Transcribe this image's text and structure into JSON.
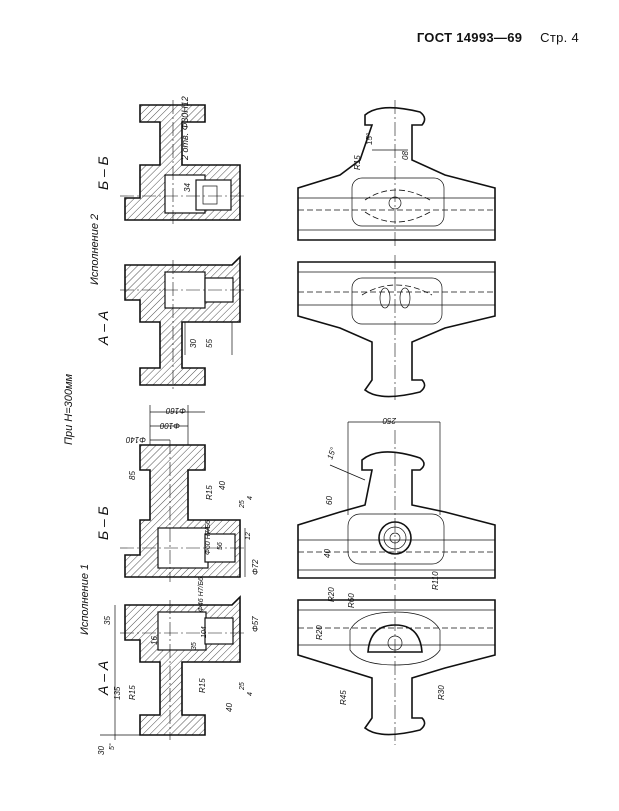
{
  "header": {
    "standard": "ГОСТ 14993—69",
    "page": "Стр. 4"
  },
  "captions": {
    "heading_h": "При Н=300мм",
    "variant_1": "Исполнение 1",
    "variant_2": "Исполнение 2",
    "section_aa_1": "А – А",
    "section_bb_1": "Б – Б",
    "section_aa_2": "А – А",
    "section_bb_2": "Б – Б"
  },
  "notes": {
    "holes": "2 отв. Φ30Н12"
  },
  "dims_aa_1": {
    "d30": "30",
    "ang5": "5°",
    "d135": "135",
    "r15a": "R15",
    "d35a": "35",
    "d16": "16",
    "d35b": "35",
    "d104": "104",
    "d45": "Φ46 Н7/Б6",
    "d57": "Φ57",
    "r15b": "R15",
    "d40": "40",
    "d25": "25",
    "d4": "4"
  },
  "dims_bb_1": {
    "d160": "Φ160",
    "d100": "Φ100",
    "d140": "Φ140",
    "d85": "85",
    "d40": "40",
    "r15": "R15",
    "d25": "25",
    "d60": "Φ60 Н7/Б6",
    "d56": "56",
    "d12": "12",
    "d4": "4",
    "d72": "Φ72"
  },
  "dims_aa_2": {
    "d30": "30",
    "d55": "55"
  },
  "dims_bb_2": {
    "d34": "34"
  },
  "dims_plan_2": {
    "r15": "R15",
    "ang15": "15°",
    "d8": "08"
  },
  "dims_plan_1": {
    "d250": "250",
    "ang15": "15°",
    "d60": "60",
    "d40": "40",
    "r110": "R110",
    "r20a": "R20",
    "r60": "R60",
    "r20b": "R20",
    "r45": "R45",
    "r30": "R30"
  }
}
